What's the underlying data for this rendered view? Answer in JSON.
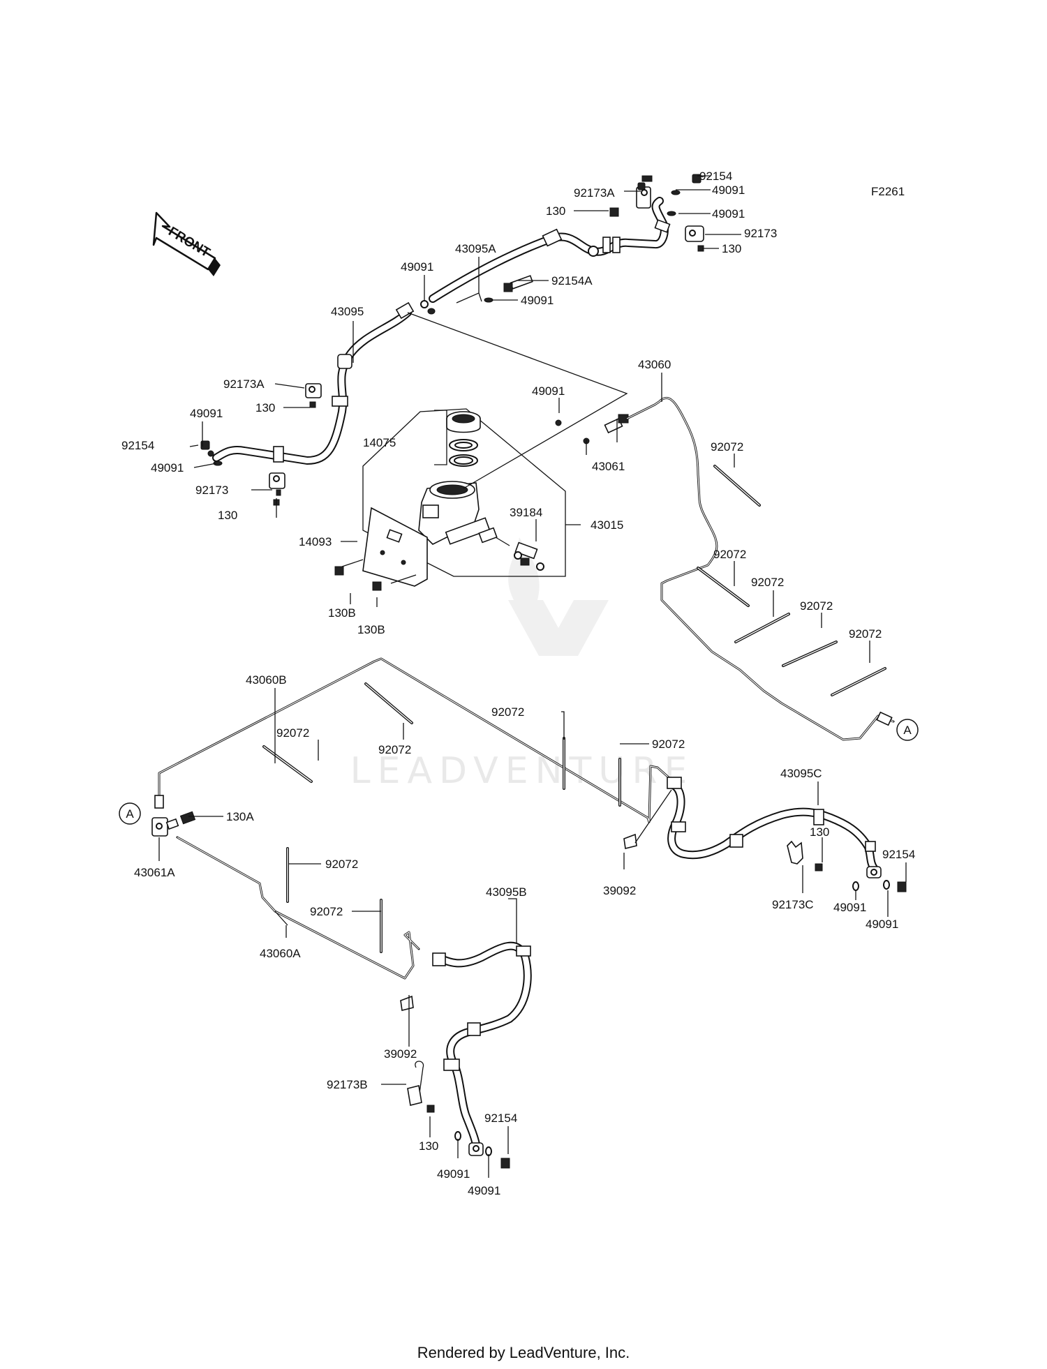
{
  "diagram": {
    "code": "F2261",
    "front_label": "FRONT",
    "watermark": "LEADVENTURE",
    "footer": "Rendered by LeadVenture, Inc.",
    "connector_ref": "A"
  },
  "callouts": [
    {
      "id": "c1",
      "text": "92154"
    },
    {
      "id": "c2",
      "text": "49091"
    },
    {
      "id": "c3",
      "text": "92173A"
    },
    {
      "id": "c4",
      "text": "130"
    },
    {
      "id": "c5",
      "text": "49091"
    },
    {
      "id": "c6",
      "text": "92173"
    },
    {
      "id": "c7",
      "text": "130"
    },
    {
      "id": "c8",
      "text": "43095A"
    },
    {
      "id": "c9",
      "text": "49091"
    },
    {
      "id": "c10",
      "text": "92154A"
    },
    {
      "id": "c11",
      "text": "49091"
    },
    {
      "id": "c12",
      "text": "43095"
    },
    {
      "id": "c13",
      "text": "43060"
    },
    {
      "id": "c14",
      "text": "92173A"
    },
    {
      "id": "c15",
      "text": "130"
    },
    {
      "id": "c16",
      "text": "49091"
    },
    {
      "id": "c17",
      "text": "49091"
    },
    {
      "id": "c18",
      "text": "92154"
    },
    {
      "id": "c19",
      "text": "14075"
    },
    {
      "id": "c20",
      "text": "49091"
    },
    {
      "id": "c21",
      "text": "92072"
    },
    {
      "id": "c22",
      "text": "92173"
    },
    {
      "id": "c23",
      "text": "43061"
    },
    {
      "id": "c24",
      "text": "39184"
    },
    {
      "id": "c25",
      "text": "130"
    },
    {
      "id": "c26",
      "text": "43015"
    },
    {
      "id": "c27",
      "text": "14093"
    },
    {
      "id": "c28",
      "text": "92072"
    },
    {
      "id": "c29",
      "text": "92072"
    },
    {
      "id": "c30",
      "text": "92072"
    },
    {
      "id": "c31",
      "text": "130B"
    },
    {
      "id": "c32",
      "text": "130B"
    },
    {
      "id": "c33",
      "text": "92072"
    },
    {
      "id": "c34",
      "text": "43060B"
    },
    {
      "id": "c35",
      "text": "92072"
    },
    {
      "id": "c36",
      "text": "92072"
    },
    {
      "id": "c37",
      "text": "92072"
    },
    {
      "id": "c38",
      "text": "92072"
    },
    {
      "id": "c39",
      "text": "43095C"
    },
    {
      "id": "c40",
      "text": "130A"
    },
    {
      "id": "c41",
      "text": "130"
    },
    {
      "id": "c42",
      "text": "92154"
    },
    {
      "id": "c43",
      "text": "43061A"
    },
    {
      "id": "c44",
      "text": "92072"
    },
    {
      "id": "c45",
      "text": "39092"
    },
    {
      "id": "c46",
      "text": "92173C"
    },
    {
      "id": "c47",
      "text": "49091"
    },
    {
      "id": "c48",
      "text": "49091"
    },
    {
      "id": "c49",
      "text": "92072"
    },
    {
      "id": "c50",
      "text": "43095B"
    },
    {
      "id": "c51",
      "text": "43060A"
    },
    {
      "id": "c52",
      "text": "39092"
    },
    {
      "id": "c53",
      "text": "92173B"
    },
    {
      "id": "c54",
      "text": "92154"
    },
    {
      "id": "c55",
      "text": "130"
    },
    {
      "id": "c56",
      "text": "49091"
    },
    {
      "id": "c57",
      "text": "49091"
    }
  ]
}
